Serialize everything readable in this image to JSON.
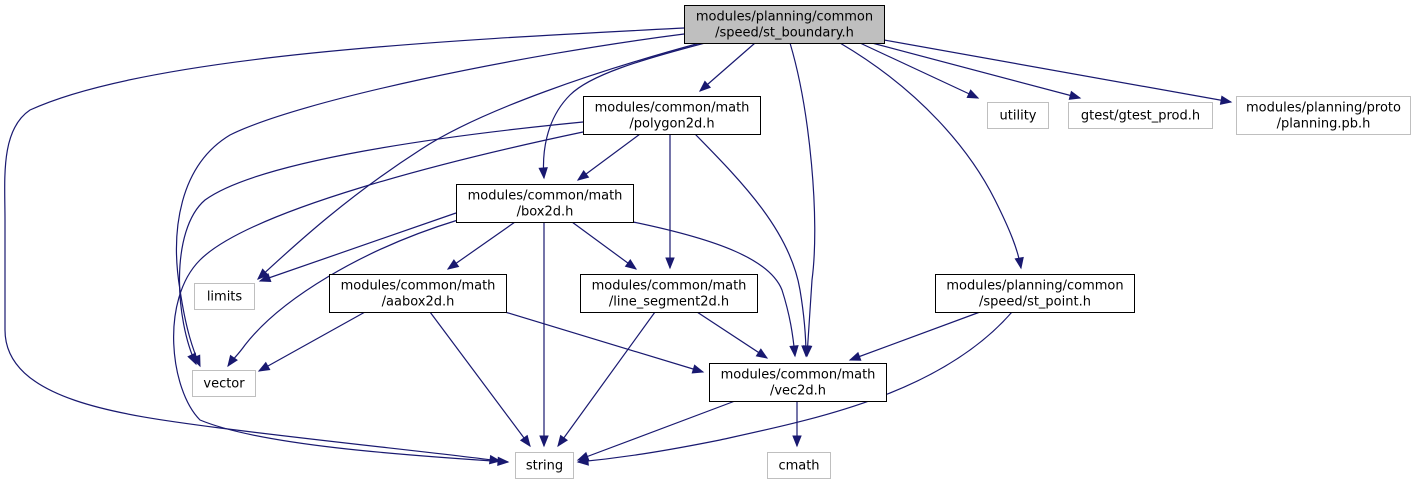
{
  "graph": {
    "colors": {
      "edge": "#191970",
      "internal_border": "#000000",
      "external_border": "#bfbfbf",
      "root_fill": "#bfbfbf",
      "node_fill": "#ffffff"
    },
    "nodes": [
      {
        "id": "st_boundary",
        "lines": [
          "modules/planning/common",
          "/speed/st_boundary.h"
        ],
        "kind": "root"
      },
      {
        "id": "polygon2d",
        "lines": [
          "modules/common/math",
          "/polygon2d.h"
        ],
        "kind": "internal"
      },
      {
        "id": "box2d",
        "lines": [
          "modules/common/math",
          "/box2d.h"
        ],
        "kind": "internal"
      },
      {
        "id": "aabox2d",
        "lines": [
          "modules/common/math",
          "/aabox2d.h"
        ],
        "kind": "internal"
      },
      {
        "id": "line_segment2d",
        "lines": [
          "modules/common/math",
          "/line_segment2d.h"
        ],
        "kind": "internal"
      },
      {
        "id": "vec2d",
        "lines": [
          "modules/common/math",
          "/vec2d.h"
        ],
        "kind": "internal"
      },
      {
        "id": "st_point",
        "lines": [
          "modules/planning/common",
          "/speed/st_point.h"
        ],
        "kind": "internal"
      },
      {
        "id": "utility",
        "lines": [
          "utility"
        ],
        "kind": "external"
      },
      {
        "id": "gtest_prod",
        "lines": [
          "gtest/gtest_prod.h"
        ],
        "kind": "external"
      },
      {
        "id": "planning_pb",
        "lines": [
          "modules/planning/proto",
          "/planning.pb.h"
        ],
        "kind": "external"
      },
      {
        "id": "limits",
        "lines": [
          "limits"
        ],
        "kind": "external"
      },
      {
        "id": "vector",
        "lines": [
          "vector"
        ],
        "kind": "external"
      },
      {
        "id": "string",
        "lines": [
          "string"
        ],
        "kind": "external"
      },
      {
        "id": "cmath",
        "lines": [
          "cmath"
        ],
        "kind": "external"
      }
    ],
    "edges": [
      {
        "from": "st_boundary",
        "to": "string"
      },
      {
        "from": "st_boundary",
        "to": "vector"
      },
      {
        "from": "st_boundary",
        "to": "limits"
      },
      {
        "from": "st_boundary",
        "to": "box2d"
      },
      {
        "from": "st_boundary",
        "to": "polygon2d"
      },
      {
        "from": "st_boundary",
        "to": "vec2d"
      },
      {
        "from": "st_boundary",
        "to": "st_point"
      },
      {
        "from": "st_boundary",
        "to": "utility"
      },
      {
        "from": "st_boundary",
        "to": "gtest_prod"
      },
      {
        "from": "st_boundary",
        "to": "planning_pb"
      },
      {
        "from": "polygon2d",
        "to": "vector"
      },
      {
        "from": "polygon2d",
        "to": "string"
      },
      {
        "from": "polygon2d",
        "to": "box2d"
      },
      {
        "from": "polygon2d",
        "to": "line_segment2d"
      },
      {
        "from": "polygon2d",
        "to": "vec2d"
      },
      {
        "from": "box2d",
        "to": "limits"
      },
      {
        "from": "box2d",
        "to": "vector"
      },
      {
        "from": "box2d",
        "to": "aabox2d"
      },
      {
        "from": "box2d",
        "to": "string"
      },
      {
        "from": "box2d",
        "to": "line_segment2d"
      },
      {
        "from": "box2d",
        "to": "vec2d"
      },
      {
        "from": "aabox2d",
        "to": "vector"
      },
      {
        "from": "aabox2d",
        "to": "string"
      },
      {
        "from": "aabox2d",
        "to": "vec2d"
      },
      {
        "from": "line_segment2d",
        "to": "string"
      },
      {
        "from": "line_segment2d",
        "to": "vec2d"
      },
      {
        "from": "st_point",
        "to": "vec2d"
      },
      {
        "from": "st_point",
        "to": "string"
      },
      {
        "from": "vec2d",
        "to": "string"
      },
      {
        "from": "vec2d",
        "to": "cmath"
      }
    ]
  }
}
